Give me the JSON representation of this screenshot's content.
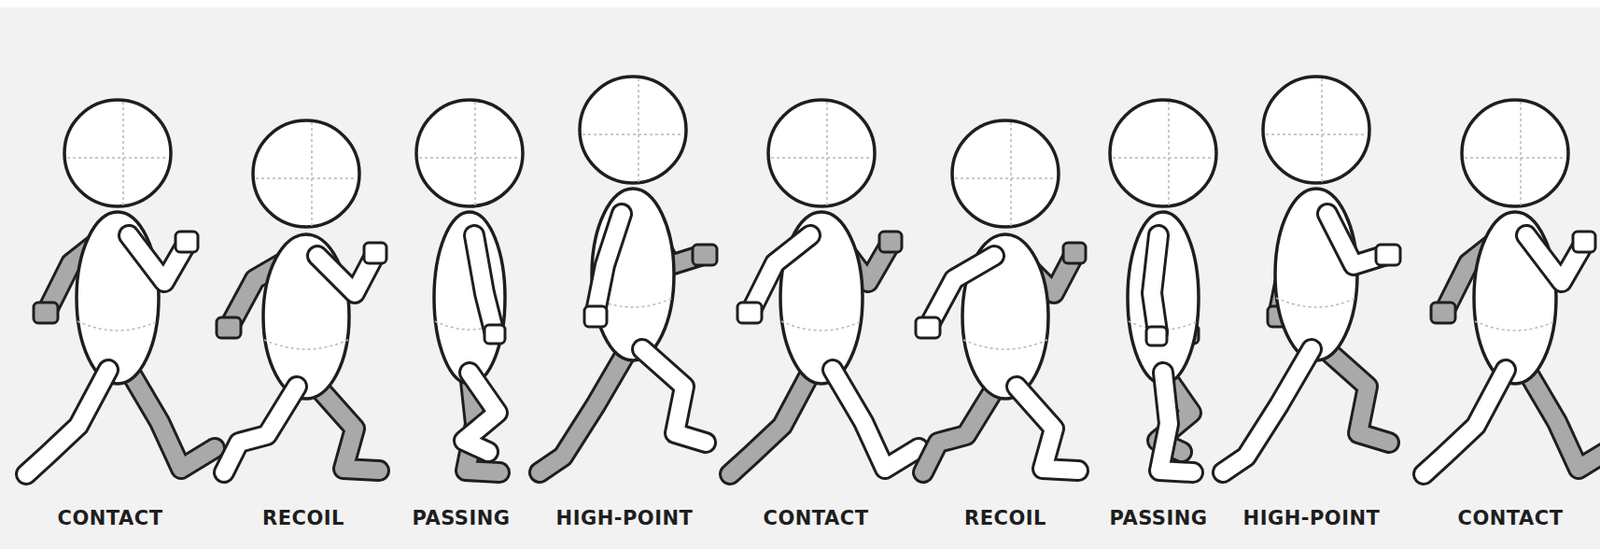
{
  "diagram": {
    "labels": [
      "CONTACT",
      "RECOIL",
      "PASSING",
      "HIGH-POINT",
      "CONTACT",
      "RECOIL",
      "PASSING",
      "HIGH-POINT",
      "CONTACT"
    ]
  }
}
